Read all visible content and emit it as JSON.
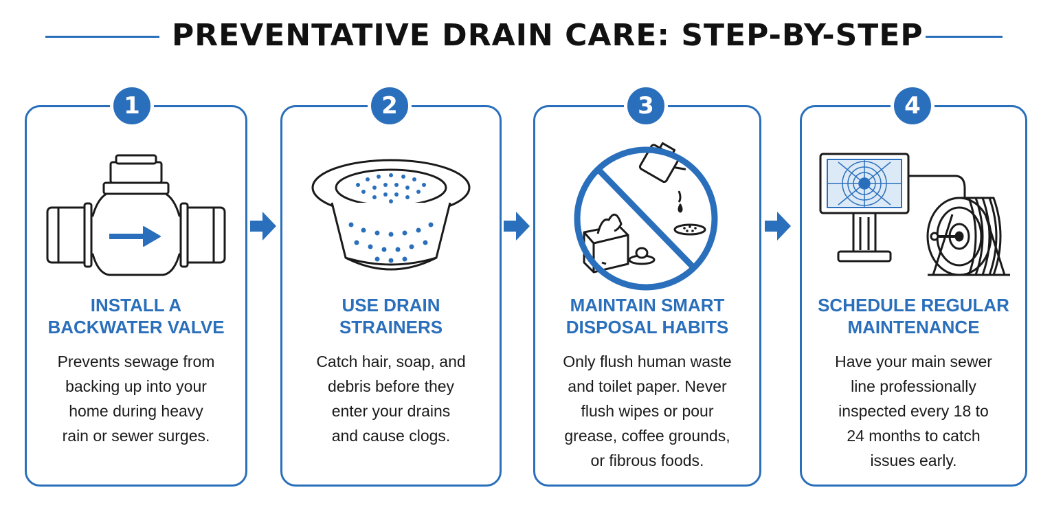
{
  "title": "PREVENTATIVE DRAIN CARE: STEP-BY-STEP",
  "colors": {
    "accent": "#2a6fbb",
    "text": "#1a1a1a"
  },
  "steps": [
    {
      "number": "1",
      "icon": "backwater-valve-icon",
      "heading": [
        "INSTALL A",
        "BACKWATER VALVE"
      ],
      "description": [
        "Prevents sewage from",
        "backing up into your",
        "home during heavy",
        "rain or sewer surges."
      ]
    },
    {
      "number": "2",
      "icon": "drain-strainer-icon",
      "heading": [
        "USE DRAIN",
        "STRAINERS"
      ],
      "description": [
        "Catch hair, soap, and",
        "debris before they",
        "enter your drains",
        "and cause clogs."
      ]
    },
    {
      "number": "3",
      "icon": "no-disposal-icon",
      "heading": [
        "MAINTAIN SMART",
        "DISPOSAL HABITS"
      ],
      "description": [
        "Only flush human waste",
        "and toilet paper. Never",
        "flush wipes or pour",
        "grease, coffee grounds,",
        "or fibrous foods."
      ]
    },
    {
      "number": "4",
      "icon": "camera-inspection-icon",
      "heading": [
        "SCHEDULE REGULAR",
        "MAINTENANCE"
      ],
      "description": [
        "Have your main sewer",
        "line professionally",
        "inspected every 18 to",
        "24 months to catch",
        "issues early."
      ]
    }
  ]
}
